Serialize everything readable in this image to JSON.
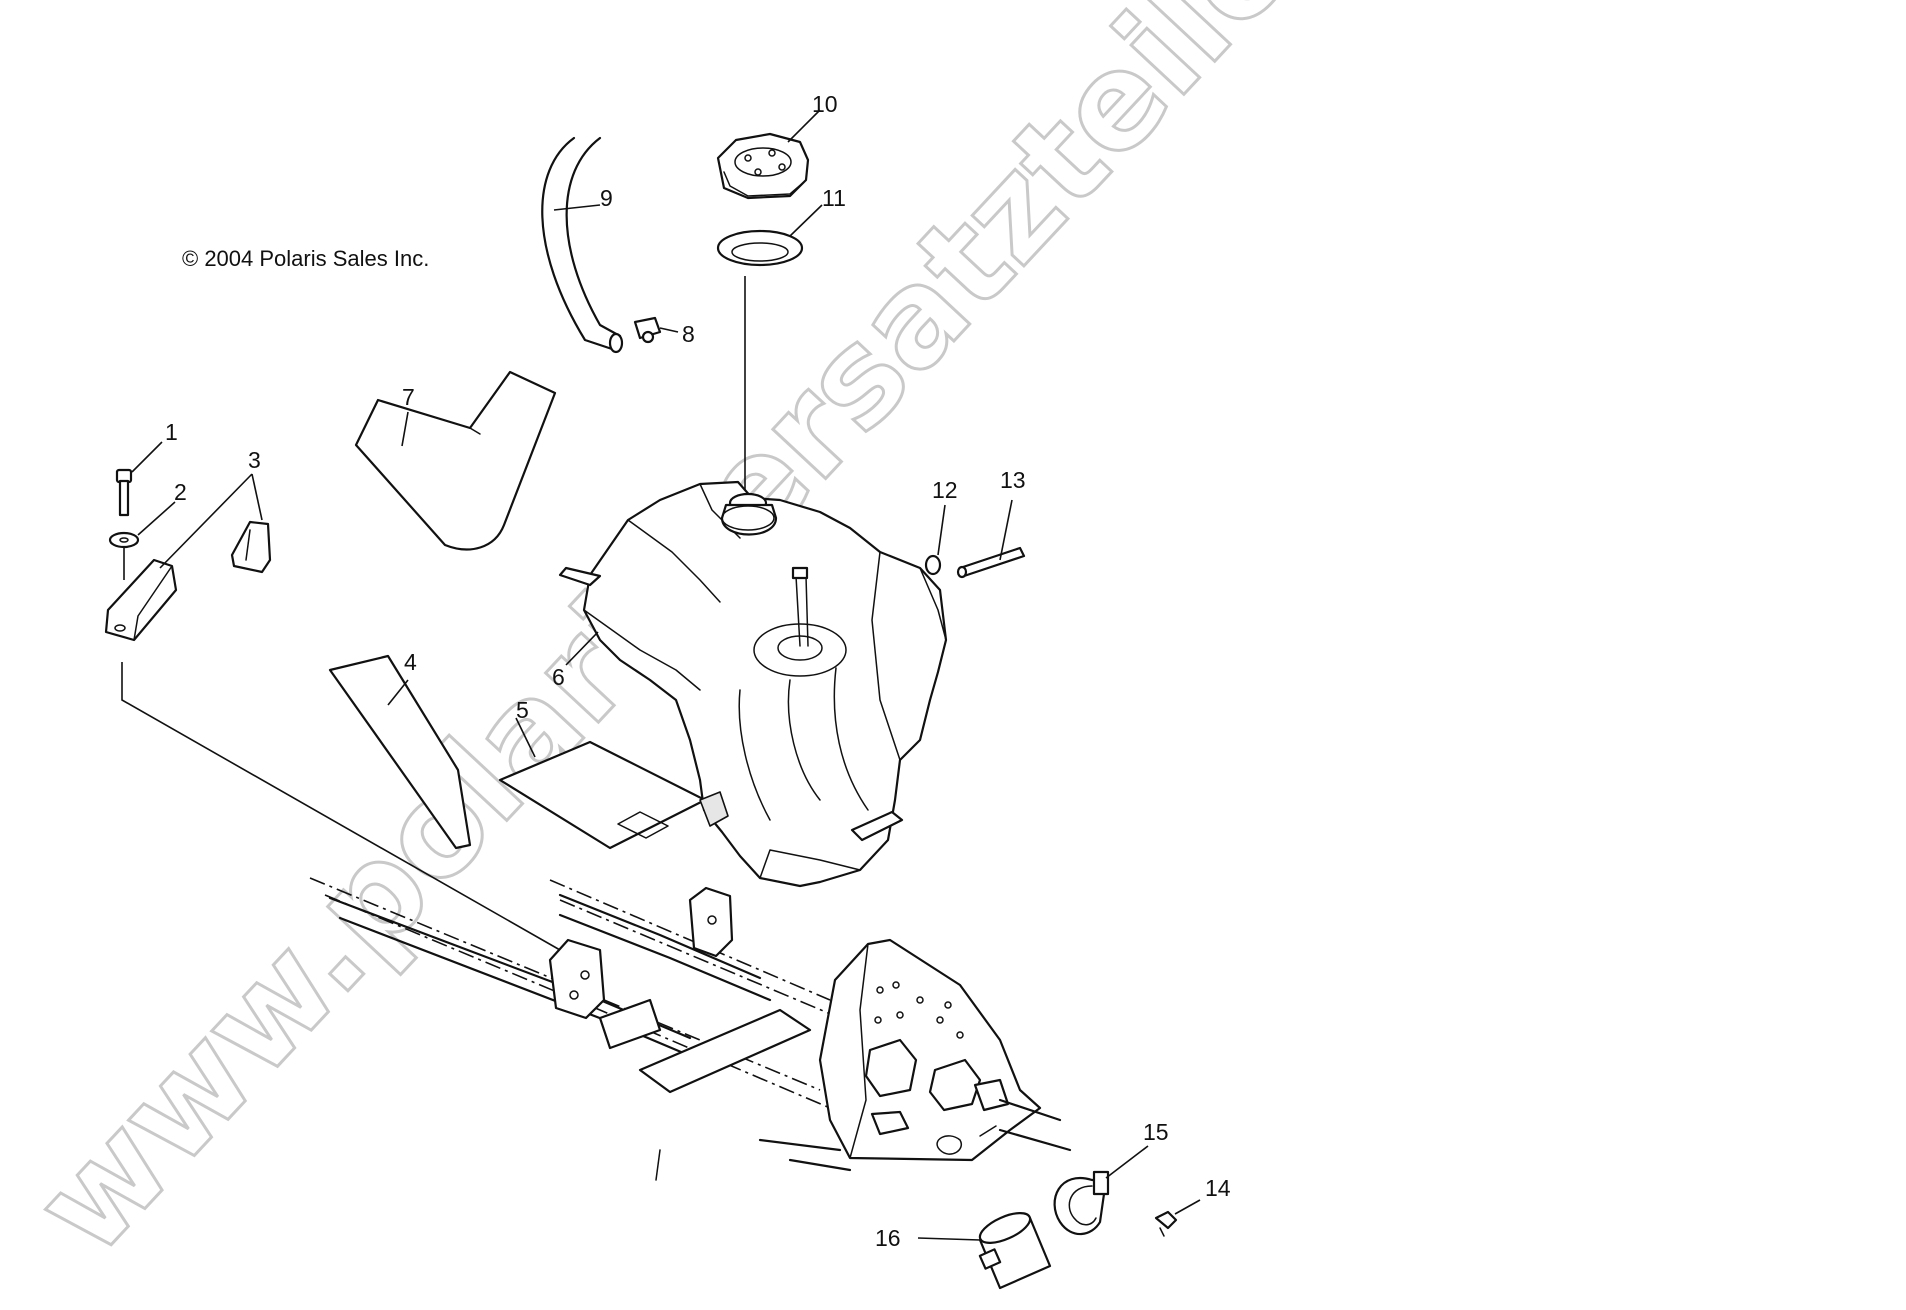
{
  "copyright": "© 2004 Polaris Sales Inc.",
  "watermark": "www.polaris-ersatzteile.de",
  "callouts": [
    {
      "id": "1",
      "label": "1"
    },
    {
      "id": "2",
      "label": "2"
    },
    {
      "id": "3",
      "label": "3"
    },
    {
      "id": "4",
      "label": "4"
    },
    {
      "id": "5",
      "label": "5"
    },
    {
      "id": "6",
      "label": "6"
    },
    {
      "id": "7",
      "label": "7"
    },
    {
      "id": "8",
      "label": "8"
    },
    {
      "id": "9",
      "label": "9"
    },
    {
      "id": "10",
      "label": "10"
    },
    {
      "id": "11",
      "label": "11"
    },
    {
      "id": "12",
      "label": "12"
    },
    {
      "id": "13",
      "label": "13"
    },
    {
      "id": "14",
      "label": "14"
    },
    {
      "id": "15",
      "label": "15"
    },
    {
      "id": "16",
      "label": "16"
    }
  ],
  "colors": {
    "line": "#111111",
    "watermark_outline": "#c9c9c9",
    "background": "#ffffff"
  }
}
